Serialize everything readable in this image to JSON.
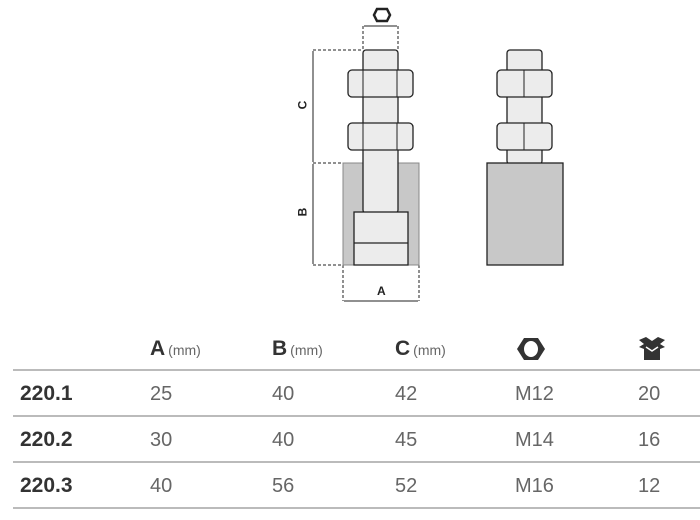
{
  "drawing": {
    "dim_a": "A",
    "dim_b": "B",
    "dim_c": "C"
  },
  "table": {
    "headers": [
      {
        "letter": "A",
        "unit": "(mm)"
      },
      {
        "letter": "B",
        "unit": "(mm)"
      },
      {
        "letter": "C",
        "unit": "(mm)"
      }
    ],
    "icon_headers": [
      "hex-nut-icon",
      "package-box-icon"
    ],
    "rows": [
      {
        "code": "220.1",
        "a": "25",
        "b": "40",
        "c": "42",
        "thread": "M12",
        "qty": "20"
      },
      {
        "code": "220.2",
        "a": "30",
        "b": "40",
        "c": "45",
        "thread": "M14",
        "qty": "16"
      },
      {
        "code": "220.3",
        "a": "40",
        "b": "56",
        "c": "52",
        "thread": "M16",
        "qty": "12"
      }
    ]
  }
}
